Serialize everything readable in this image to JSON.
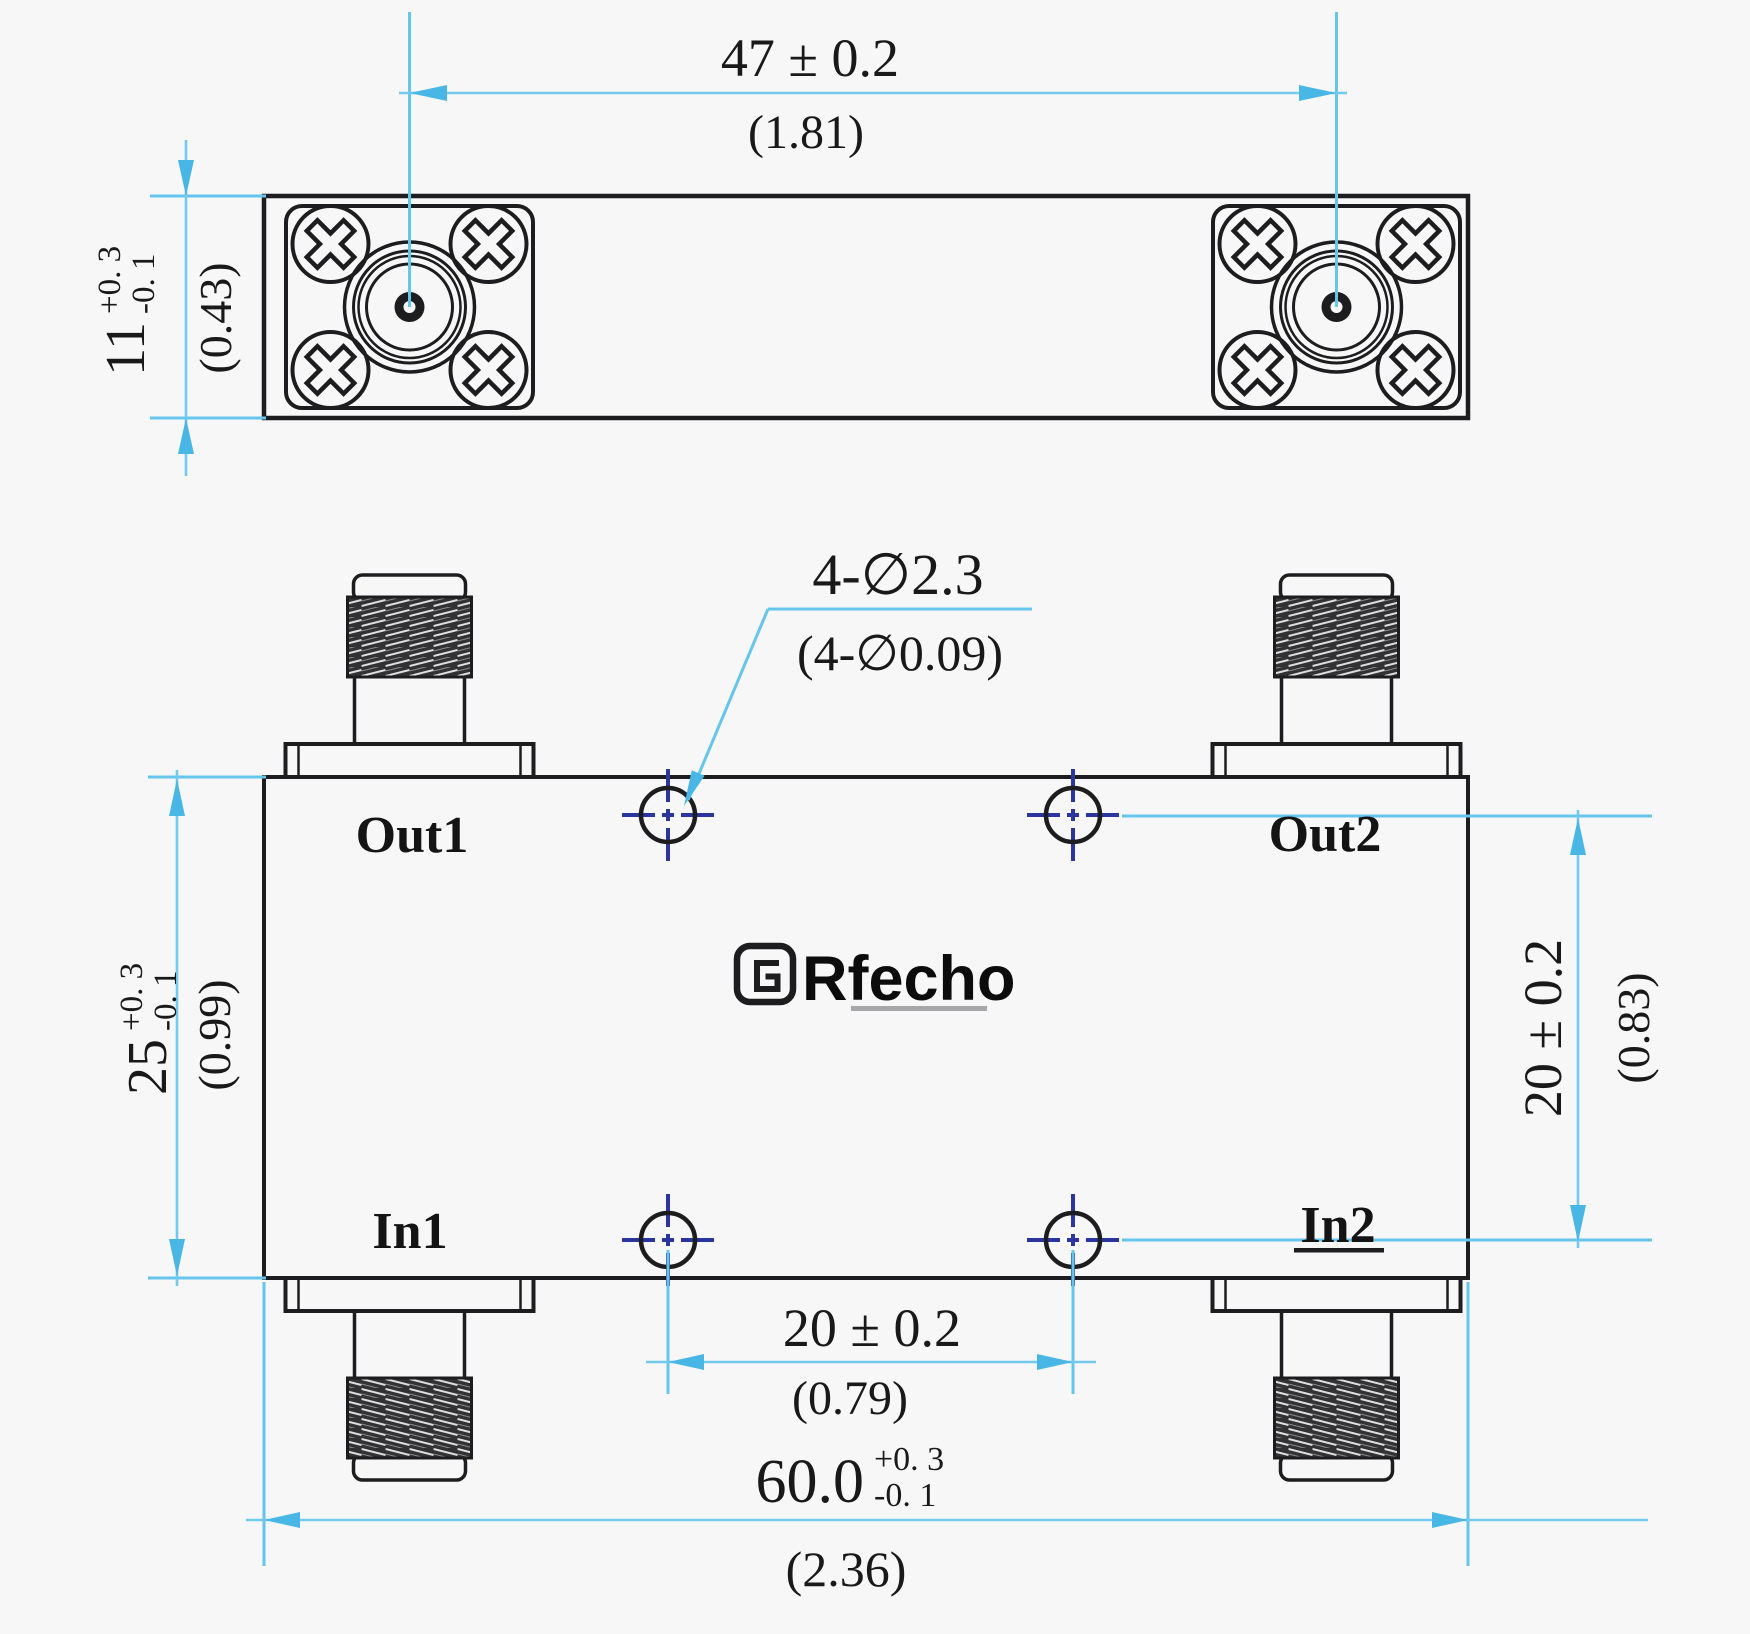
{
  "logo": {
    "text": "Rfecho"
  },
  "ports": {
    "out1": "Out1",
    "out2": "Out2",
    "in1": "In1",
    "in2": "In2"
  },
  "dims": {
    "flange_spacing": {
      "mm": "47 ± 0.2",
      "inch": "(1.81)"
    },
    "thickness": {
      "mm": "11",
      "tol_plus": "+0. 3",
      "tol_minus": "-0. 1",
      "inch": "(0.43)"
    },
    "mounting_holes": {
      "mm": "4-∅2.3",
      "inch": "(4-∅0.09)"
    },
    "body_height": {
      "mm": "25",
      "tol_plus": "+0. 3",
      "tol_minus": "-0. 1",
      "inch": "(0.99)"
    },
    "hole_spacing_vertical": {
      "mm": "20 ± 0.2",
      "inch": "(0.83)"
    },
    "hole_spacing_horizontal": {
      "mm": "20 ± 0.2",
      "inch": "(0.79)"
    },
    "body_width": {
      "mm": "60.0",
      "tol_plus": "+0. 3",
      "tol_minus": "-0. 1",
      "inch": "(2.36)"
    }
  },
  "colors": {
    "background": "#f7f7f8",
    "line": "#1d1d1f",
    "dimension": "#66c5ec",
    "centerline": "#2b35a0",
    "text": "#191919"
  }
}
